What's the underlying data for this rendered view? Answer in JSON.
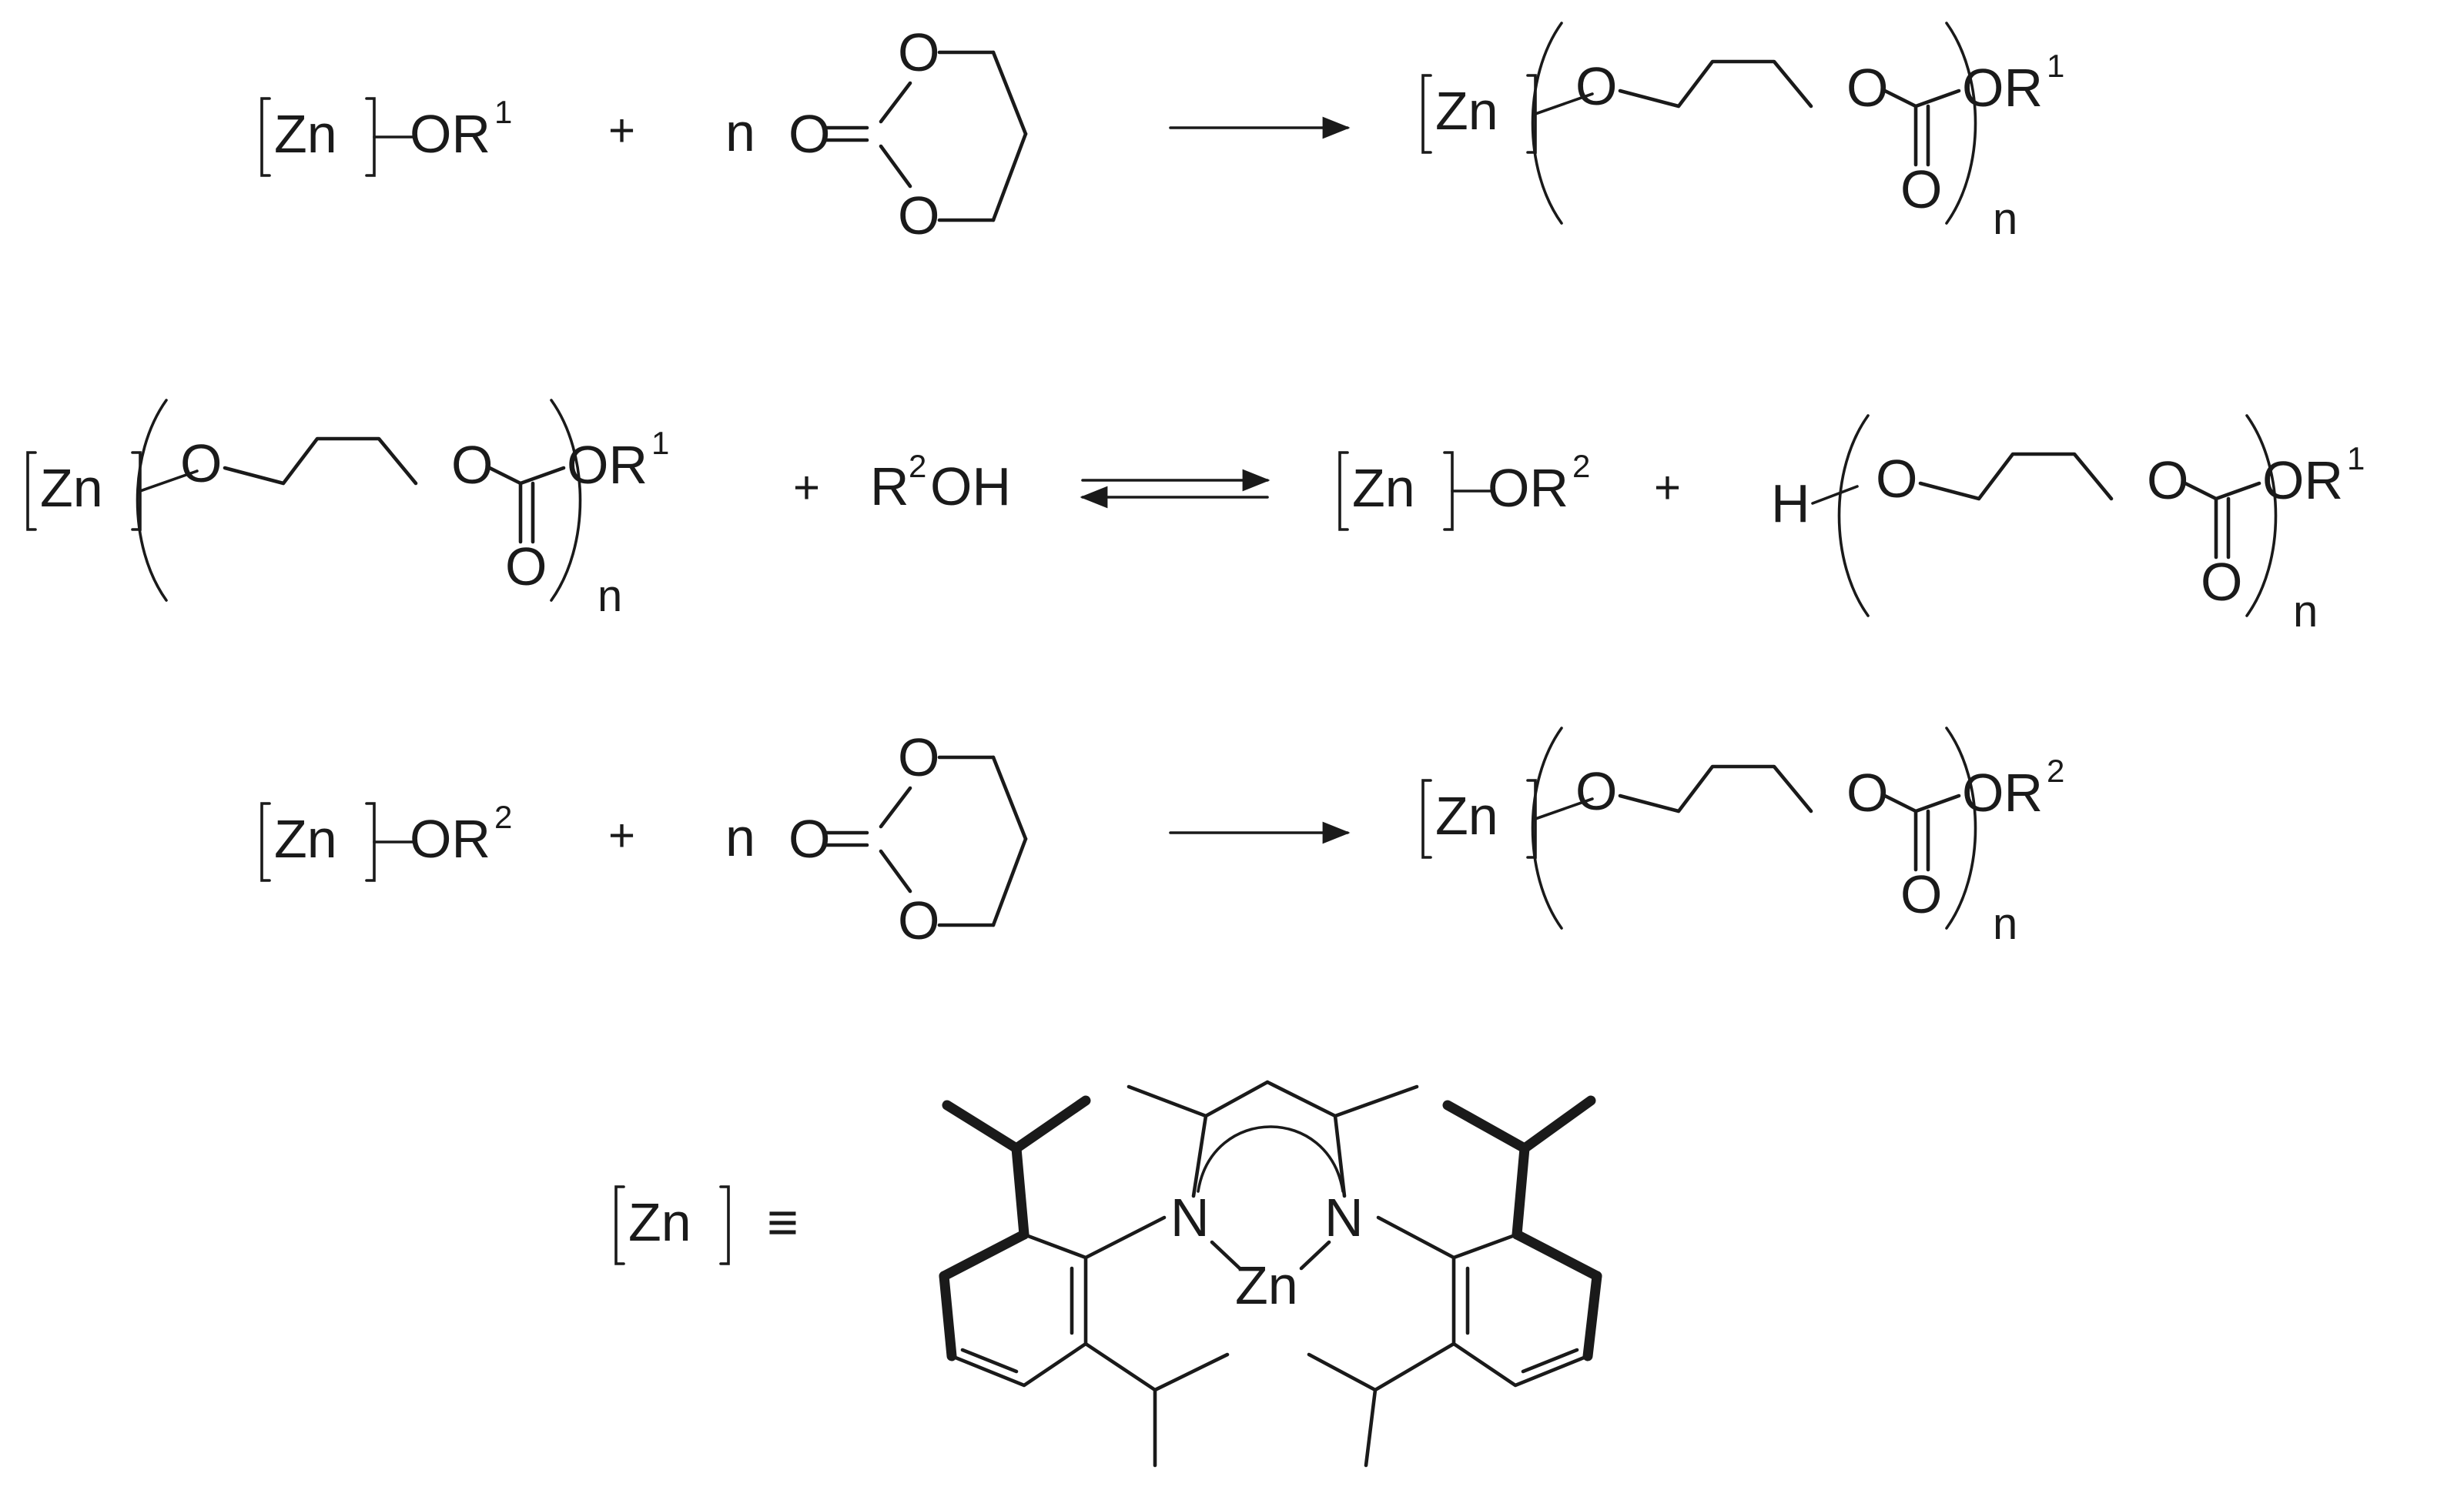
{
  "labels": {
    "zn": "Zn",
    "o": "O",
    "n_atom": "N",
    "h": "H",
    "or": "OR",
    "r": "R",
    "oh": "OH",
    "sup1": "1",
    "sup2": "2",
    "n_repeat": "n",
    "n_coeff": "n",
    "plus": "+",
    "equiv": "≡"
  },
  "reactions": [
    {
      "id": "initiation",
      "arrow": "forward",
      "initiator_group": "OR1",
      "end_group": "OR1"
    },
    {
      "id": "chain-transfer",
      "arrow": "equilibrium",
      "alcohol": "R2OH",
      "products": [
        "[Zn]-OR2",
        "H-(TMC)n-OR1"
      ]
    },
    {
      "id": "reinitiation",
      "arrow": "forward",
      "initiator_group": "OR2",
      "end_group": "OR2"
    }
  ],
  "catalyst": {
    "definition": "[Zn] ≡ BDI zinc complex",
    "metal": "Zn",
    "donors": [
      "N",
      "N"
    ]
  }
}
